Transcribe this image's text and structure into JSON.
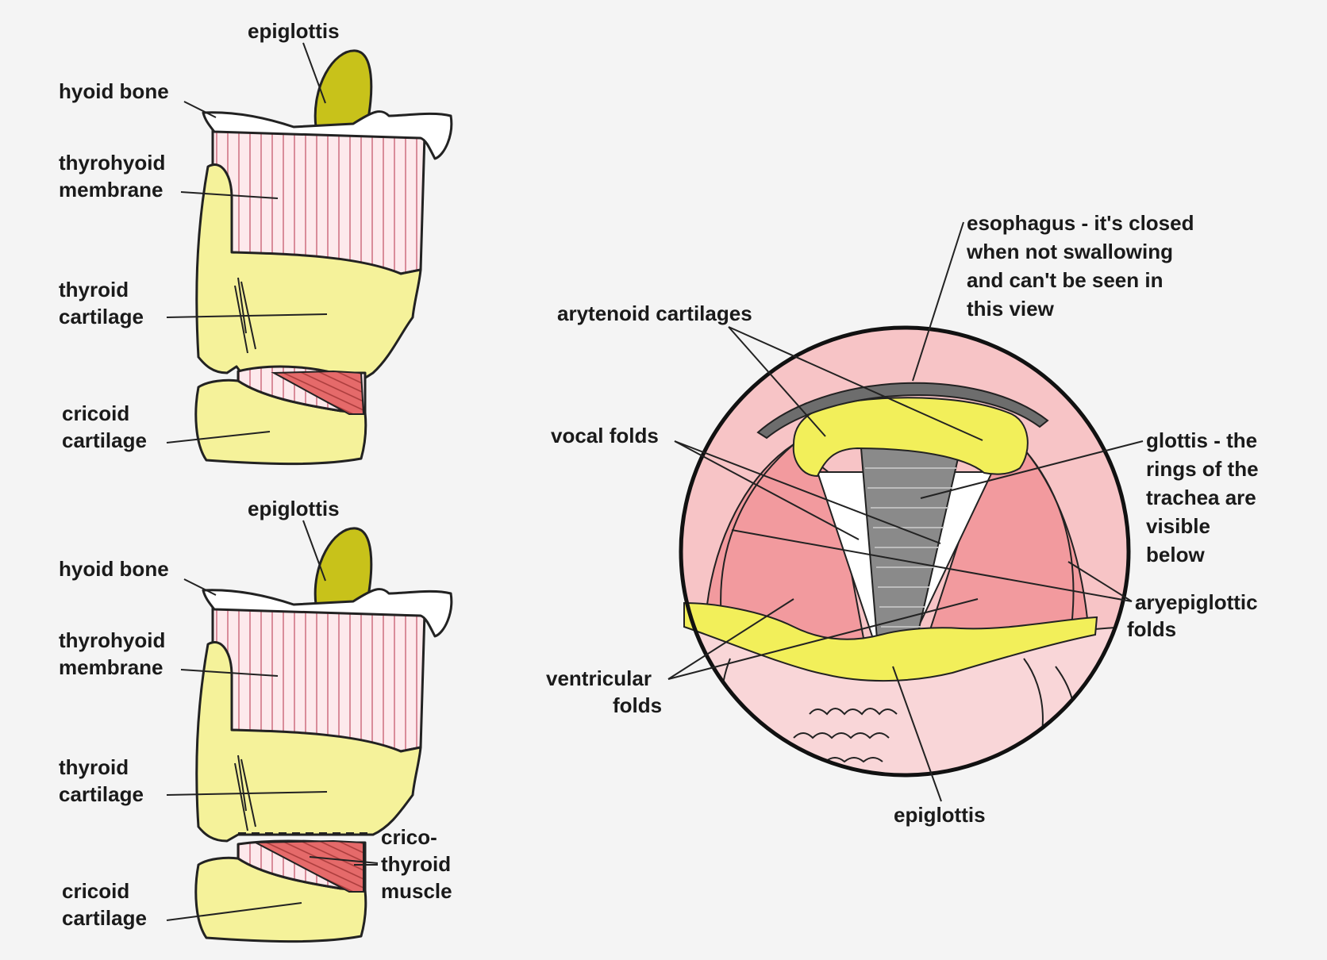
{
  "colors": {
    "background": "#f4f4f4",
    "cartilage": "#f5f29a",
    "epiglottis_side": "#c8c21a",
    "membrane": "#fde9ec",
    "membrane_lines": "#d98c9a",
    "muscle": "#e56a6a",
    "pharynx": "#f7c4c6",
    "fold_tissue": "#f29a9e",
    "airway": "#8a8a8a",
    "bright_yellow": "#f2ef5a"
  },
  "top_view": {
    "labels": {
      "epiglottis": "epiglottis",
      "hyoid_bone": "hyoid bone",
      "thyrohyoid_membrane": [
        "thyrohyoid",
        "membrane"
      ],
      "thyroid_cartilage": [
        "thyroid",
        "cartilage"
      ],
      "cricoid_cartilage": [
        "cricoid",
        "cartilage"
      ]
    }
  },
  "bottom_view": {
    "labels": {
      "epiglottis": "epiglottis",
      "hyoid_bone": "hyoid bone",
      "thyrohyoid_membrane": [
        "thyrohyoid",
        "membrane"
      ],
      "thyroid_cartilage": [
        "thyroid",
        "cartilage"
      ],
      "cricoid_cartilage": [
        "cricoid",
        "cartilage"
      ],
      "cricothyroid_muscle": [
        "crico-",
        "thyroid",
        "muscle"
      ]
    }
  },
  "laryngoscope_view": {
    "labels": {
      "esophagus": [
        "esophagus - it's closed",
        "when not swallowing",
        "and can't be seen in",
        "this view"
      ],
      "arytenoid_cartilages": "arytenoid cartilages",
      "vocal_folds": "vocal folds",
      "glottis": [
        "glottis - the",
        "rings of the",
        "trachea are",
        "visible",
        "below"
      ],
      "aryepiglottic_folds": [
        "aryepiglottic",
        "folds"
      ],
      "ventricular_folds": [
        "ventricular",
        "folds"
      ],
      "epiglottis": "epiglottis"
    }
  }
}
